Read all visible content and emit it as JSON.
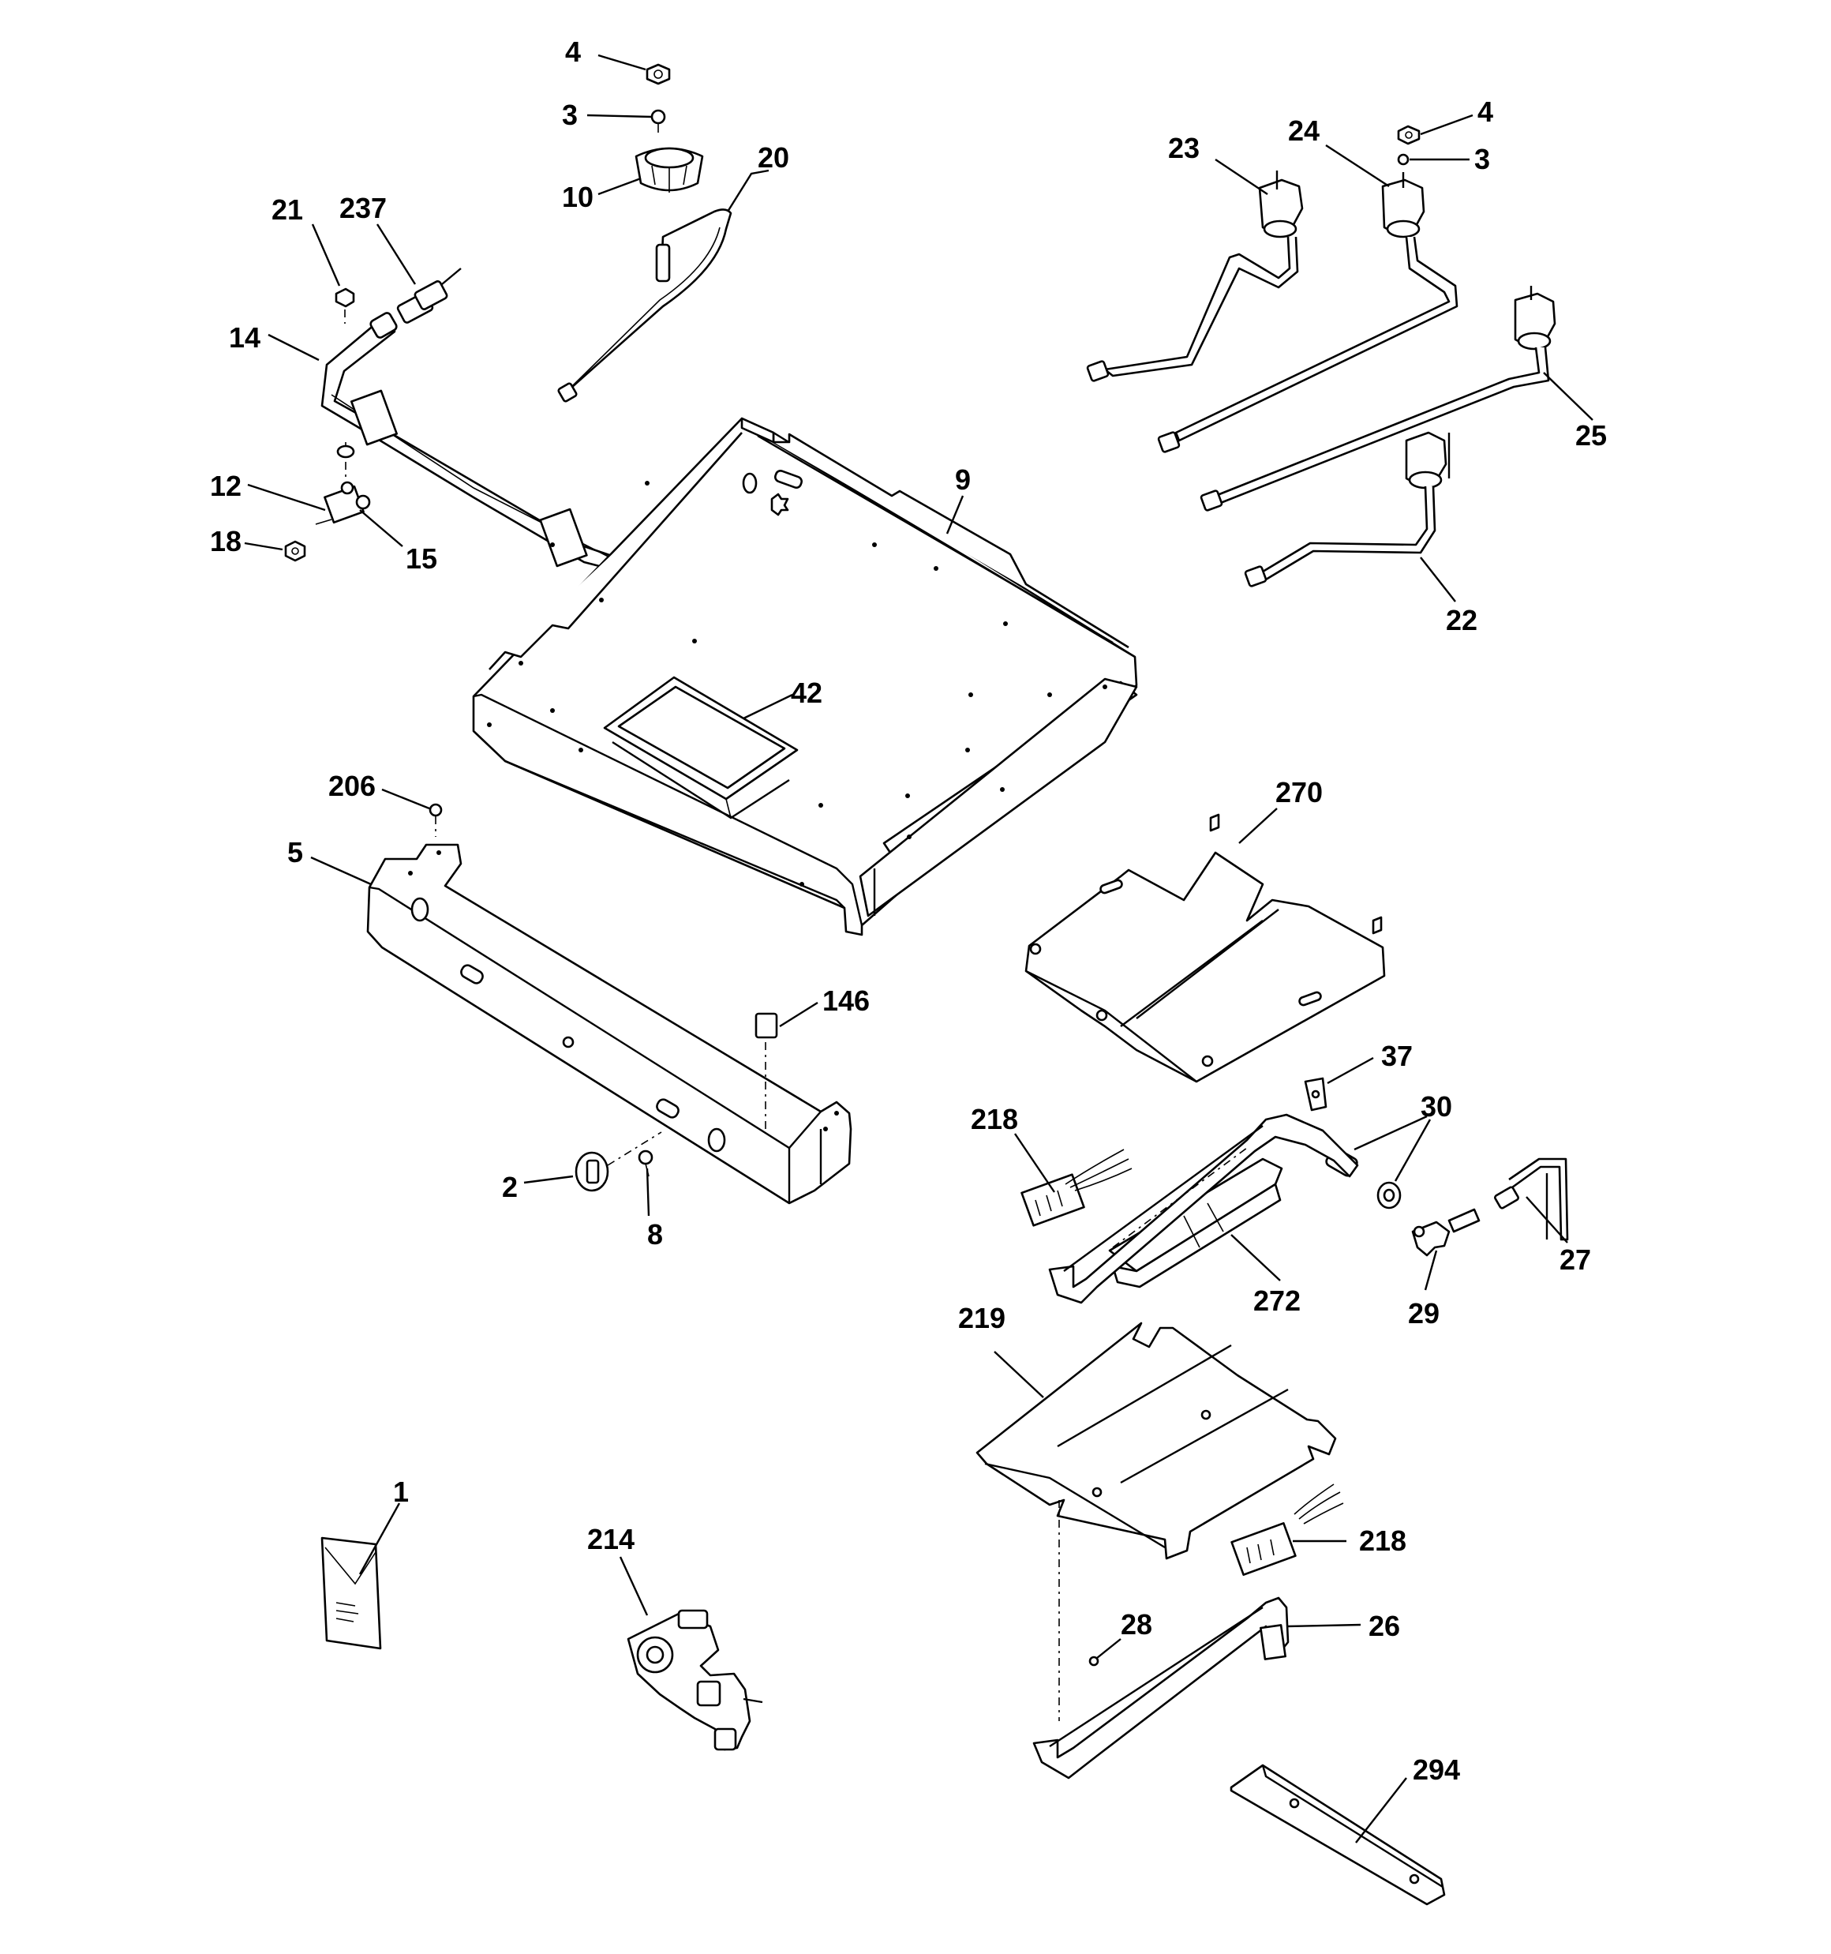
{
  "diagram": {
    "callouts": [
      {
        "id": "c4a",
        "text": "4"
      },
      {
        "id": "c3a",
        "text": "3"
      },
      {
        "id": "c10",
        "text": "10"
      },
      {
        "id": "c20",
        "text": "20"
      },
      {
        "id": "c21",
        "text": "21"
      },
      {
        "id": "c237",
        "text": "237"
      },
      {
        "id": "c14",
        "text": "14"
      },
      {
        "id": "c12",
        "text": "12"
      },
      {
        "id": "c15",
        "text": "15"
      },
      {
        "id": "c18",
        "text": "18"
      },
      {
        "id": "c23",
        "text": "23"
      },
      {
        "id": "c24",
        "text": "24"
      },
      {
        "id": "c4b",
        "text": "4"
      },
      {
        "id": "c3b",
        "text": "3"
      },
      {
        "id": "c25",
        "text": "25"
      },
      {
        "id": "c22",
        "text": "22"
      },
      {
        "id": "c9",
        "text": "9"
      },
      {
        "id": "c42",
        "text": "42"
      },
      {
        "id": "c206",
        "text": "206"
      },
      {
        "id": "c5",
        "text": "5"
      },
      {
        "id": "c146",
        "text": "146"
      },
      {
        "id": "c2",
        "text": "2"
      },
      {
        "id": "c8",
        "text": "8"
      },
      {
        "id": "c270",
        "text": "270"
      },
      {
        "id": "c37",
        "text": "37"
      },
      {
        "id": "c30",
        "text": "30"
      },
      {
        "id": "c218a",
        "text": "218"
      },
      {
        "id": "c272",
        "text": "272"
      },
      {
        "id": "c27",
        "text": "27"
      },
      {
        "id": "c29",
        "text": "29"
      },
      {
        "id": "c219",
        "text": "219"
      },
      {
        "id": "c1",
        "text": "1"
      },
      {
        "id": "c214",
        "text": "214"
      },
      {
        "id": "c218b",
        "text": "218"
      },
      {
        "id": "c28",
        "text": "28"
      },
      {
        "id": "c26",
        "text": "26"
      },
      {
        "id": "c294",
        "text": "294"
      }
    ]
  }
}
